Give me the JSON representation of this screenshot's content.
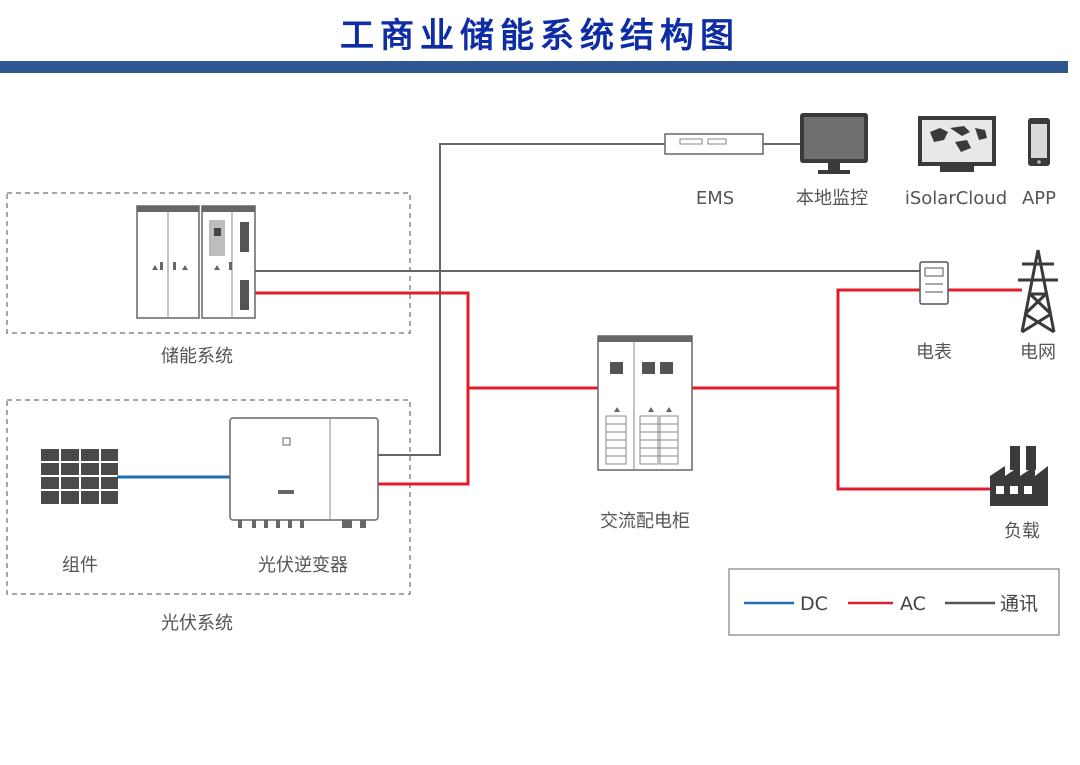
{
  "title": "工商业储能系统结构图",
  "groups": {
    "storage_system": "储能系统",
    "pv_system": "光伏系统"
  },
  "devices": {
    "ems": "EMS",
    "local_monitor": "本地监控",
    "isolarcloud": "iSolarCloud",
    "app": "APP",
    "meter": "电表",
    "grid": "电网",
    "ac_cabinet": "交流配电柜",
    "load": "负载",
    "pv_module": "组件",
    "pv_inverter": "光伏逆变器"
  },
  "legend": [
    {
      "label": "DC",
      "color": "#1f6db3"
    },
    {
      "label": "AC",
      "color": "#e01e2b"
    },
    {
      "label": "通讯",
      "color": "#555555"
    }
  ],
  "colors": {
    "title": "#0d2ca6",
    "title_bar": "#2f568f",
    "dc": "#1f6db3",
    "ac": "#e01e2b",
    "comm": "#555555"
  }
}
